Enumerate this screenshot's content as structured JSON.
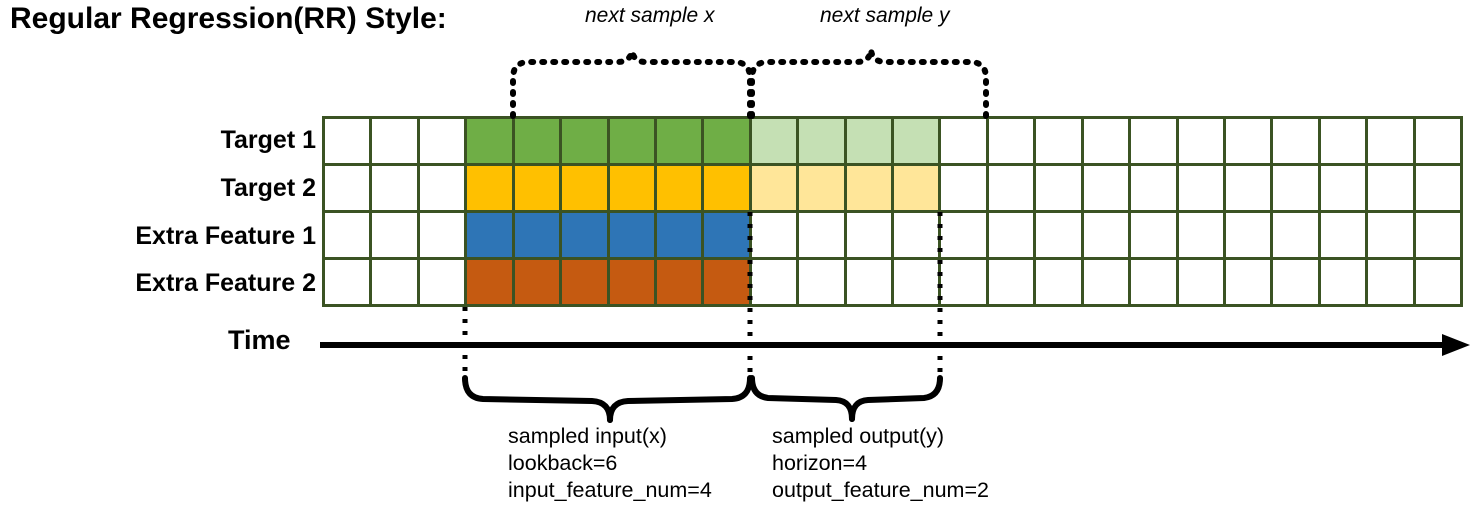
{
  "title": "Regular Regression(RR) Style:",
  "rows": [
    {
      "label": "Target 1",
      "name": "target-1"
    },
    {
      "label": "Target 2",
      "name": "target-2"
    },
    {
      "label": "Extra Feature 1",
      "name": "extra-feature-1"
    },
    {
      "label": "Extra Feature 2",
      "name": "extra-feature-2"
    }
  ],
  "axis": {
    "label": "Time"
  },
  "top_braces": [
    {
      "label": "next sample x",
      "name": "next-sample-x"
    },
    {
      "label": "next sample y",
      "name": "next-sample-y"
    }
  ],
  "bottom_braces": [
    {
      "name": "sampled-input",
      "lines": [
        "sampled input(x)",
        "lookback=6",
        "input_feature_num=4"
      ],
      "line1": "sampled input(x)",
      "line2": "lookback=6",
      "line3": "input_feature_num=4"
    },
    {
      "name": "sampled-output",
      "lines": [
        "sampled output(y)",
        "horizon=4",
        "output_feature_num=2"
      ],
      "line1": "sampled output(y)",
      "line2": "horizon=4",
      "line3": "output_feature_num=2"
    }
  ],
  "colors": {
    "grid_border": "#3B5323",
    "green": "#6FAE46",
    "green_light": "#C5E0B4",
    "gold": "#FFC000",
    "gold_light": "#FFE699",
    "blue": "#2E75B6",
    "orange": "#C55A11",
    "ink": "#000000",
    "empty": "#FFFFFF"
  },
  "chart_data": {
    "type": "heatmap",
    "title": "Regular Regression(RR) Style:",
    "total_columns": 24,
    "lookback": 6,
    "horizon": 4,
    "input_feature_num": 4,
    "output_feature_num": 2,
    "input_start_column": 4,
    "input_end_column": 9,
    "output_start_column": 10,
    "output_end_column": 13,
    "row_names": [
      "Target 1",
      "Target 2",
      "Extra Feature 1",
      "Extra Feature 2"
    ],
    "cell_fills": [
      [
        "empty",
        "empty",
        "empty",
        "green",
        "green",
        "green",
        "green",
        "green",
        "green",
        "green_light",
        "green_light",
        "green_light",
        "green_light",
        "empty",
        "empty",
        "empty",
        "empty",
        "empty",
        "empty",
        "empty",
        "empty",
        "empty",
        "empty",
        "empty"
      ],
      [
        "empty",
        "empty",
        "empty",
        "gold",
        "gold",
        "gold",
        "gold",
        "gold",
        "gold",
        "gold_light",
        "gold_light",
        "gold_light",
        "gold_light",
        "empty",
        "empty",
        "empty",
        "empty",
        "empty",
        "empty",
        "empty",
        "empty",
        "empty",
        "empty",
        "empty"
      ],
      [
        "empty",
        "empty",
        "empty",
        "blue",
        "blue",
        "blue",
        "blue",
        "blue",
        "blue",
        "empty",
        "empty",
        "empty",
        "empty",
        "empty",
        "empty",
        "empty",
        "empty",
        "empty",
        "empty",
        "empty",
        "empty",
        "empty",
        "empty",
        "empty"
      ],
      [
        "empty",
        "empty",
        "empty",
        "orange",
        "orange",
        "orange",
        "orange",
        "orange",
        "orange",
        "empty",
        "empty",
        "empty",
        "empty",
        "empty",
        "empty",
        "empty",
        "empty",
        "empty",
        "empty",
        "empty",
        "empty",
        "empty",
        "empty",
        "empty"
      ]
    ],
    "xlabel": "Time",
    "ylabel": "",
    "legend": []
  }
}
